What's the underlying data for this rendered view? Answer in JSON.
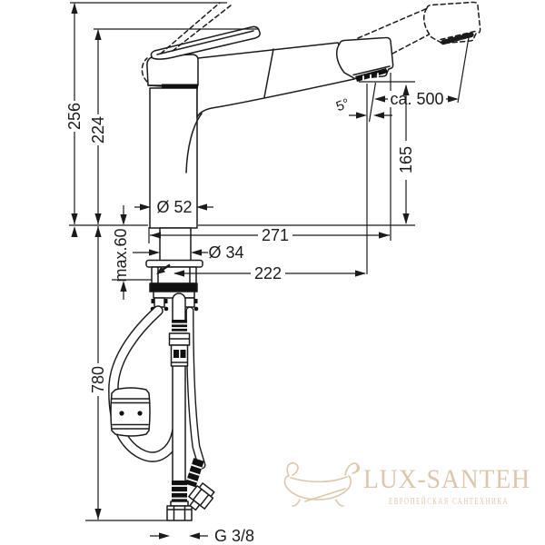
{
  "drawing": {
    "kind": "kitchen-mixer-pullout-spray-technical-drawing"
  },
  "dims": {
    "total_height": "256",
    "body_height": "224",
    "hose_drop": "780",
    "max_counter": "max.60",
    "reach": "271",
    "hose_reach": "222",
    "body_dia": "Ø 52",
    "shank_dia": "Ø 34",
    "swivel_angle": "5°",
    "pullout_length": "ca. 500",
    "outlet_height": "165",
    "thread": "G 3/8"
  },
  "watermark": {
    "brand": "LUX-SANTEH",
    "tagline": "ЕВРОПЕЙСКАЯ САНТЕХНИКА",
    "color": "#dcc5a2"
  },
  "colors": {
    "line": "#1b1b1b",
    "background": "#ffffff"
  }
}
